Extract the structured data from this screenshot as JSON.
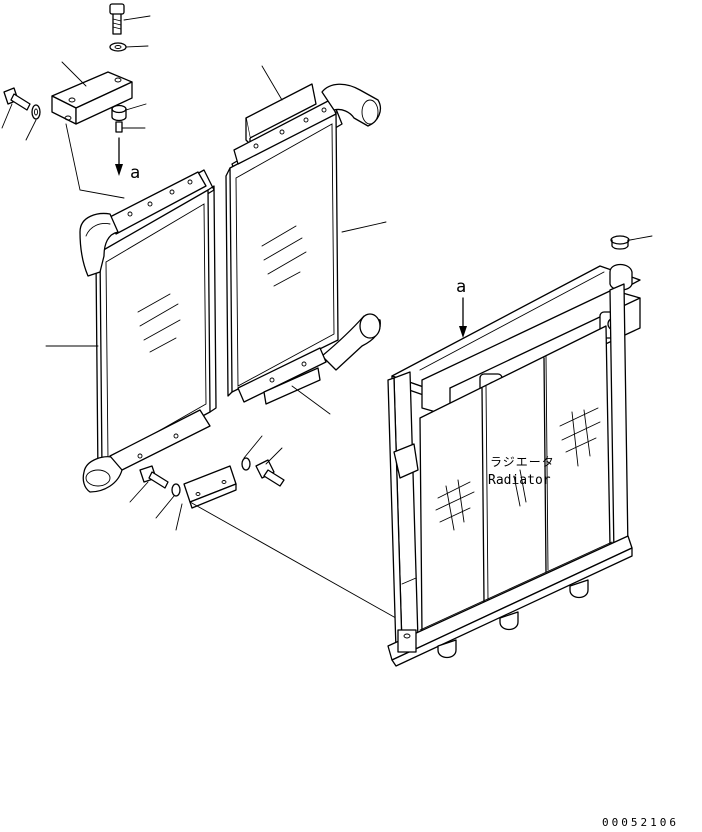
{
  "labels": {
    "view_a_top": "a",
    "view_a_right": "a",
    "radiator_jp": "ラジエータ",
    "radiator_en": "Radiator",
    "drawing_code": "00052106"
  }
}
